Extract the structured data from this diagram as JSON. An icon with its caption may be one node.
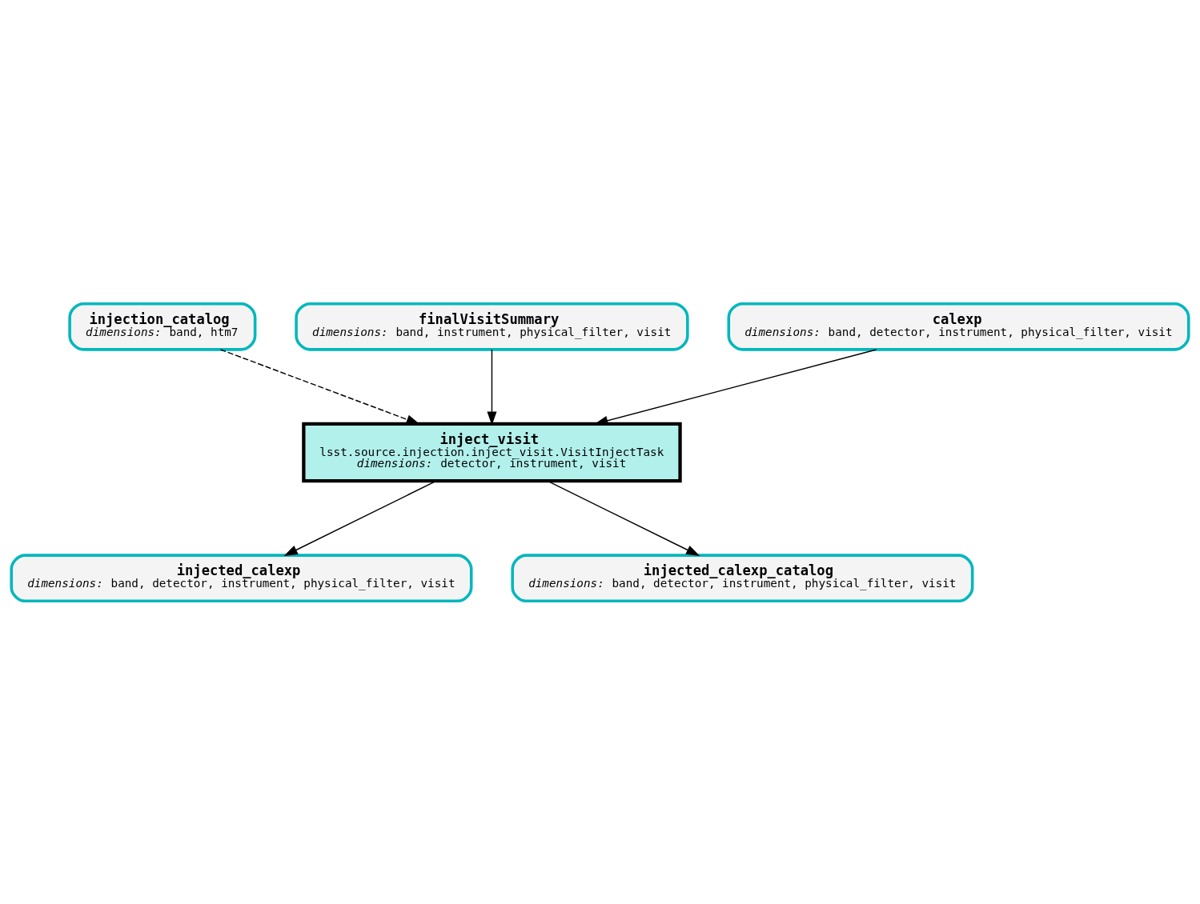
{
  "diagram": {
    "nodes": [
      {
        "text": [
          "injection_catalog",
          "*dimensions:* band, htm7"
        ]
      },
      {
        "text": [
          "finalVisitSummary",
          "*dimensions:* band, instrument, physical_filter, visit"
        ]
      },
      {
        "text": [
          "calexp",
          "*dimensions:* band, detector, instrument, physical_filter, visit"
        ]
      },
      {
        "text": [
          "inject_visit",
          "lsst.source.injection.inject_visit.VisitInjectTask",
          "*dimensions:* detector, instrument, visit"
        ]
      },
      {
        "text": [
          "injected_calexp",
          "*dimensions:* band, detector, instrument, physical_filter, visit"
        ]
      },
      {
        "text": [
          "injected_calexp_catalog",
          "*dimensions:* band, detector, instrument, physical_filter, visit"
        ]
      }
    ],
    "edges": [
      {
        "from": 0,
        "to": 3,
        "arrow": "to",
        "style": "dashed"
      },
      {
        "from": 1,
        "to": 3,
        "arrow": "to"
      },
      {
        "from": 2,
        "to": 3,
        "arrow": "to"
      },
      {
        "from": 3,
        "to": 4,
        "arrow": "to"
      },
      {
        "from": 3,
        "to": 5,
        "arrow": "to"
      }
    ]
  }
}
